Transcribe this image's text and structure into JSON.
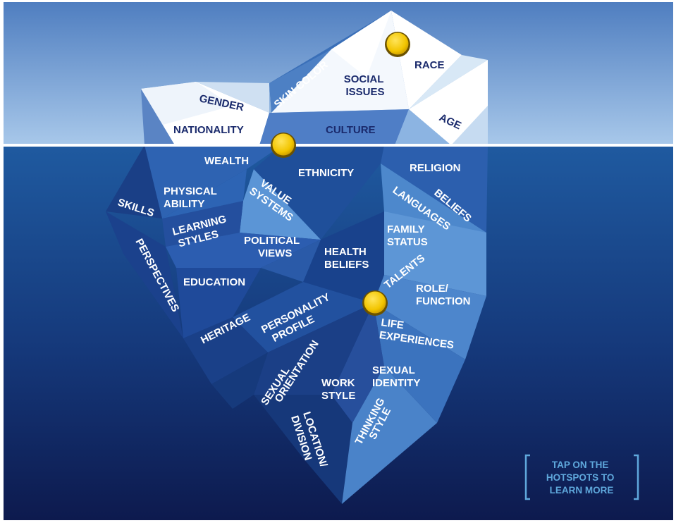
{
  "above_water_labels": {
    "gender": "GENDER",
    "skin_color": "SKIN COLOR",
    "social_issues": [
      "SOCIAL",
      "ISSUES"
    ],
    "race": "RACE",
    "nationality": "NATIONALITY",
    "culture": "CULTURE",
    "age": "AGE"
  },
  "below_water_labels": {
    "wealth": "WEALTH",
    "ethnicity": "ETHNICITY",
    "religion": "RELIGION",
    "beliefs": "BELIEFS",
    "languages": "LANGUAGES",
    "value_systems": [
      "VALUE",
      "SYSTEMS"
    ],
    "physical_ability": [
      "PHYSICAL",
      "ABILITY"
    ],
    "skills": "SKILLS",
    "learning_styles": [
      "LEARNING",
      "STYLES"
    ],
    "political_views": [
      "POLITICAL",
      "VIEWS"
    ],
    "health_beliefs": [
      "HEALTH",
      "BELIEFS"
    ],
    "family_status": [
      "FAMILY",
      "STATUS"
    ],
    "perspectives": "PERSPECTIVES",
    "talents": "TALENTS",
    "role_function": [
      "ROLE/",
      "FUNCTION"
    ],
    "education": "EDUCATION",
    "heritage": "HERITAGE",
    "personality_profile": [
      "PERSONALITY",
      "PROFILE"
    ],
    "life_experiences": [
      "LIFE",
      "EXPERIENCES"
    ],
    "sexual_orientation": [
      "SEXUAL",
      "ORIENTATION"
    ],
    "work_style": [
      "WORK",
      "STYLE"
    ],
    "sexual_identity": [
      "SEXUAL",
      "IDENTITY"
    ],
    "location_division": [
      "LOCATION/",
      "DIVISION"
    ],
    "thinking_style": [
      "THINKING",
      "STYLE"
    ]
  },
  "call_to_action": [
    "TAP ON THE",
    "HOTSPOTS TO",
    "LEARN MORE"
  ],
  "colors": {
    "sky_top": "#4f7ec0",
    "sky_bottom": "#a8c8ea",
    "water_top": "#1f5aa0",
    "water_bottom": "#0d1a4e",
    "waterline": "#ffffff",
    "hotspot": "#f2c500",
    "hotspot_ring": "#6b5200",
    "cta_text": "#5fa8dc"
  }
}
